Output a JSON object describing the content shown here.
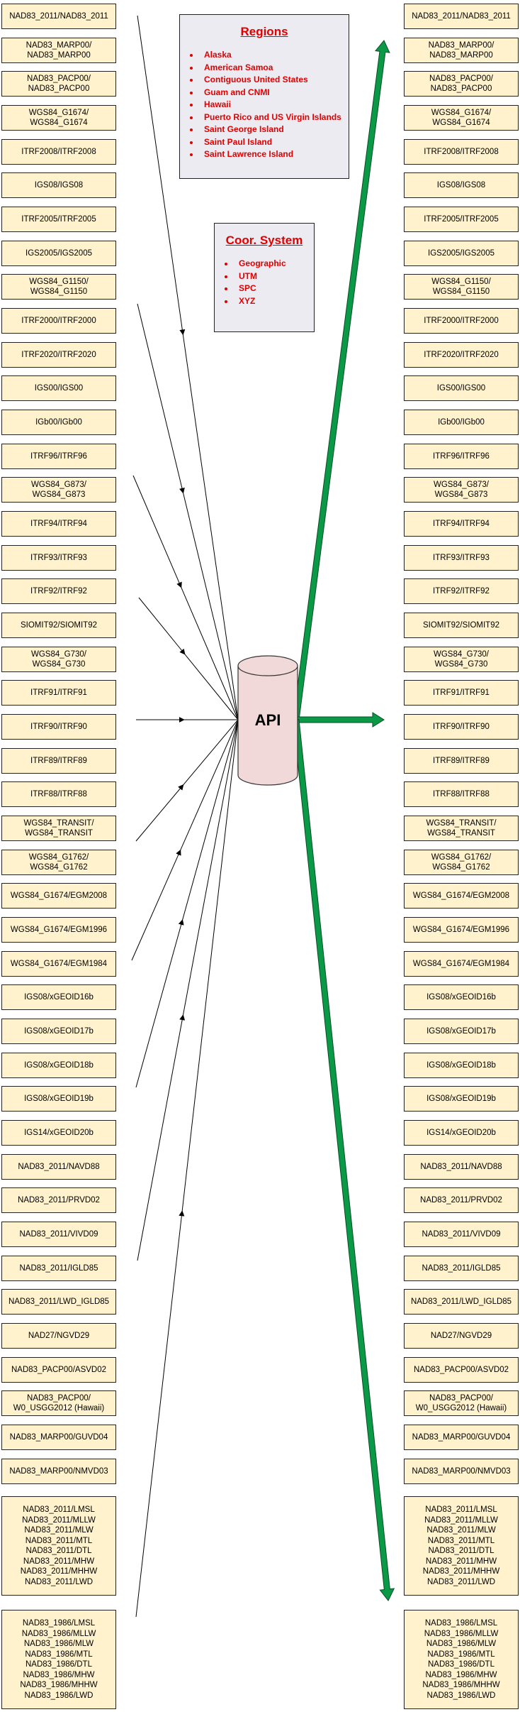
{
  "regions": {
    "title": "Regions",
    "items": [
      "Alaska",
      "American Samoa",
      "Contiguous United States",
      "Guam and CNMI",
      "Hawaii",
      "Puerto Rico and US Virgin Islands",
      "Saint George Island",
      "Saint Paul Island",
      "Saint Lawrence Island"
    ]
  },
  "coord_system": {
    "title": "Coor. System",
    "items": [
      "Geographic",
      "UTM",
      "SPC",
      "XYZ"
    ]
  },
  "api": {
    "label": "API"
  },
  "colors": {
    "box_fill": "#fff2cc",
    "arrow_green": "#0a9a47",
    "title_red": "#e00000",
    "api_fill": "#f2d9d9"
  },
  "datums": [
    [
      "NAD83_2011/NAD83_2011"
    ],
    [
      "NAD83_MARP00/",
      "NAD83_MARP00"
    ],
    [
      "NAD83_PACP00/",
      "NAD83_PACP00"
    ],
    [
      "WGS84_G1674/",
      "WGS84_G1674"
    ],
    [
      "ITRF2008/ITRF2008"
    ],
    [
      "IGS08/IGS08"
    ],
    [
      "ITRF2005/ITRF2005"
    ],
    [
      "IGS2005/IGS2005"
    ],
    [
      "WGS84_G1150/",
      "WGS84_G1150"
    ],
    [
      "ITRF2000/ITRF2000"
    ],
    [
      "ITRF2020/ITRF2020"
    ],
    [
      "IGS00/IGS00"
    ],
    [
      "IGb00/IGb00"
    ],
    [
      "ITRF96/ITRF96"
    ],
    [
      "WGS84_G873/",
      "WGS84_G873"
    ],
    [
      "ITRF94/ITRF94"
    ],
    [
      "ITRF93/ITRF93"
    ],
    [
      "ITRF92/ITRF92"
    ],
    [
      "SIOMIT92/SIOMIT92"
    ],
    [
      "WGS84_G730/",
      "WGS84_G730"
    ],
    [
      "ITRF91/ITRF91"
    ],
    [
      "ITRF90/ITRF90"
    ],
    [
      "ITRF89/ITRF89"
    ],
    [
      "ITRF88/ITRF88"
    ],
    [
      "WGS84_TRANSIT/",
      "WGS84_TRANSIT"
    ],
    [
      "WGS84_G1762/",
      "WGS84_G1762"
    ],
    [
      "WGS84_G1674/EGM2008"
    ],
    [
      "WGS84_G1674/EGM1996"
    ],
    [
      "WGS84_G1674/EGM1984"
    ],
    [
      "IGS08/xGEOID16b"
    ],
    [
      "IGS08/xGEOID17b"
    ],
    [
      "IGS08/xGEOID18b"
    ],
    [
      "IGS08/xGEOID19b"
    ],
    [
      "IGS14/xGEOID20b"
    ],
    [
      "NAD83_2011/NAVD88"
    ],
    [
      "NAD83_2011/PRVD02"
    ],
    [
      "NAD83_2011/VIVD09"
    ],
    [
      "NAD83_2011/IGLD85"
    ],
    [
      "NAD83_2011/LWD_IGLD85"
    ],
    [
      "NAD27/NGVD29"
    ],
    [
      "NAD83_PACP00/ASVD02"
    ],
    [
      "NAD83_PACP00/",
      "W0_USGG2012 (Hawaii)"
    ],
    [
      "NAD83_MARP00/GUVD04"
    ],
    [
      "NAD83_MARP00/NMVD03"
    ],
    [
      "NAD83_2011/LMSL",
      "NAD83_2011/MLLW",
      "NAD83_2011/MLW",
      "NAD83_2011/MTL",
      "NAD83_2011/DTL",
      "NAD83_2011/MHW",
      "NAD83_2011/MHHW",
      "NAD83_2011/LWD"
    ],
    [
      "NAD83_1986/LMSL",
      "NAD83_1986/MLLW",
      "NAD83_1986/MLW",
      "NAD83_1986/MTL",
      "NAD83_1986/DTL",
      "NAD83_1986/MHW",
      "NAD83_1986/MHHW",
      "NAD83_1986/LWD"
    ]
  ]
}
